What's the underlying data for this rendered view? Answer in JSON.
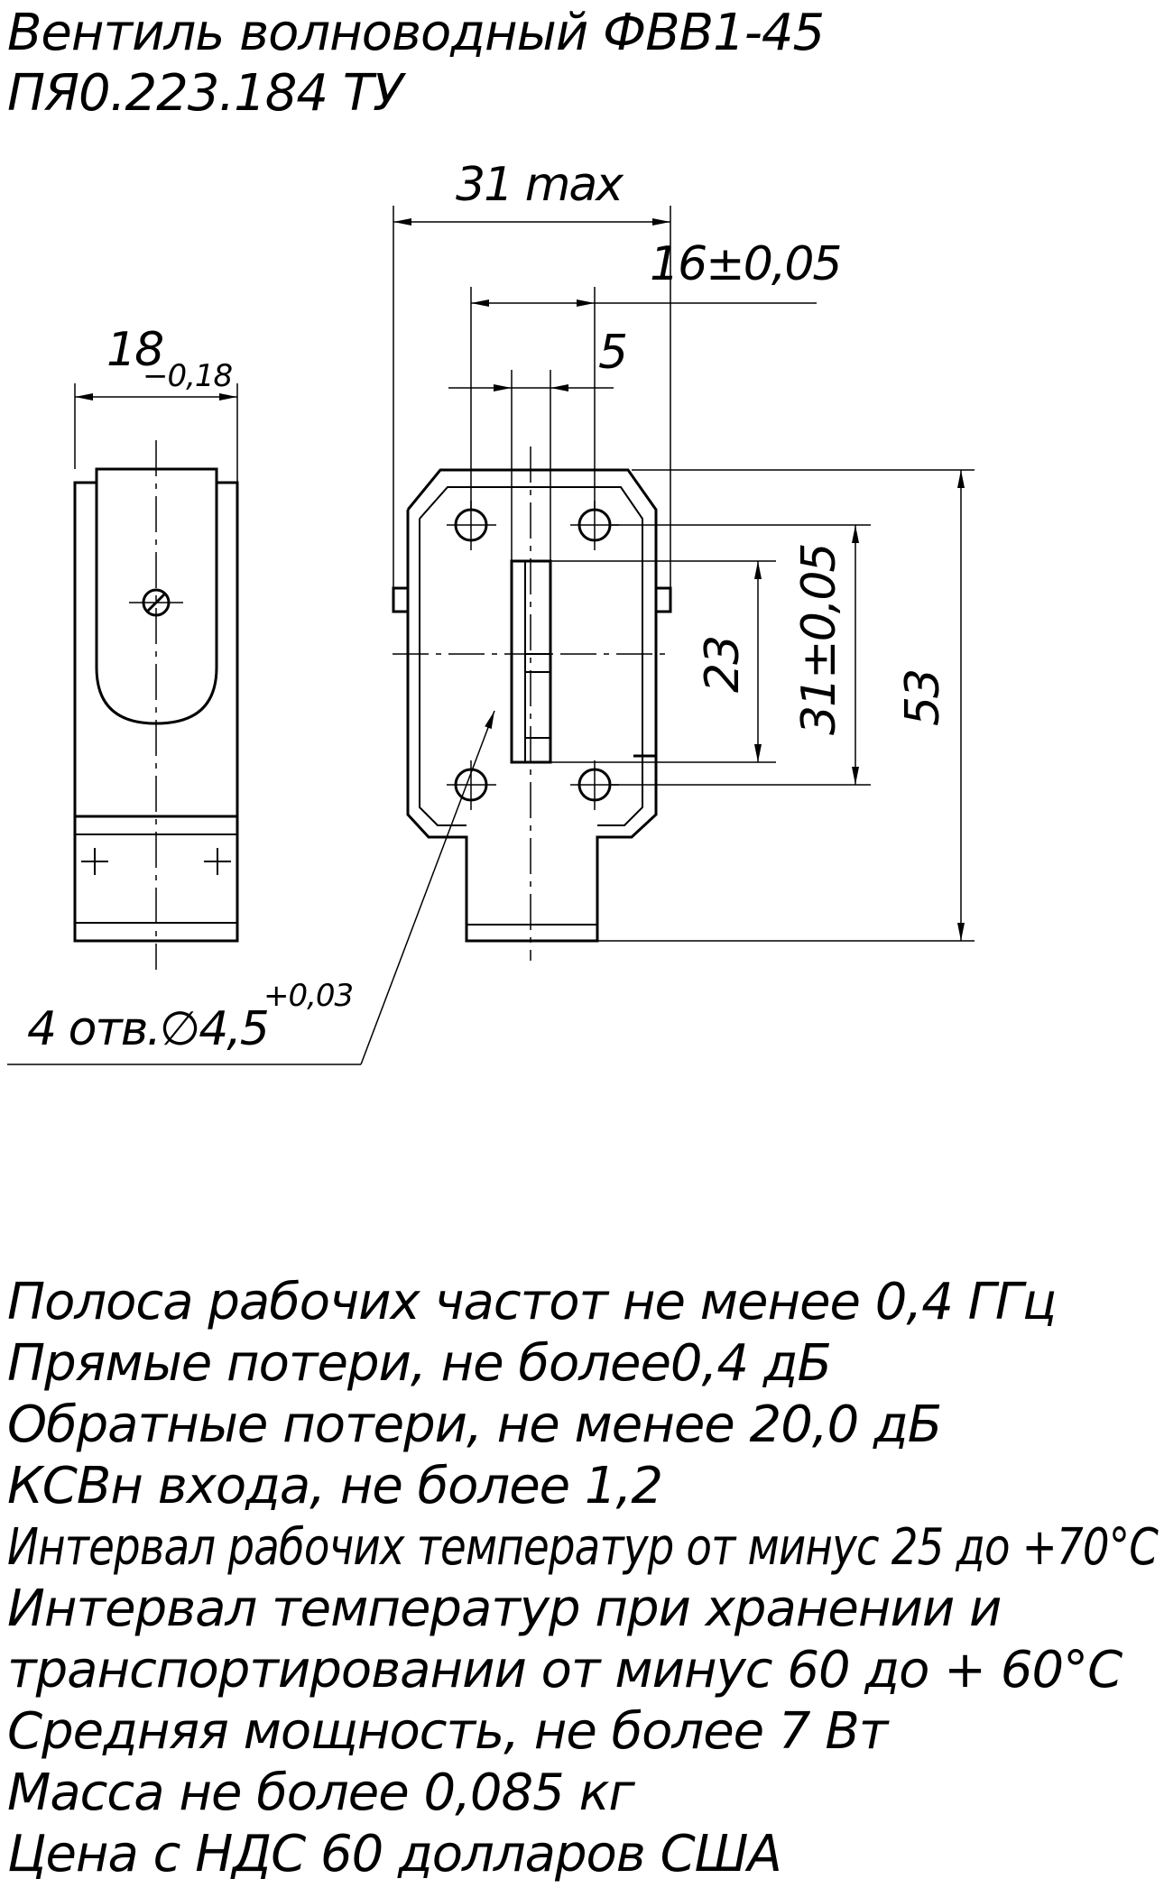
{
  "title": {
    "line1": "Вентиль волноводный ФВВ1-45",
    "line2": "ПЯ0.223.184  ТУ"
  },
  "dimensions": {
    "width_max": "31 max",
    "offset": "16±0,05",
    "slot": "5",
    "side_width": "18",
    "side_width_tol": "−0,18",
    "holes_main": "4 отв.∅4,5",
    "holes_tol": "+0,03",
    "height_23": "23",
    "height_31": "31±0,05",
    "height_53": "53"
  },
  "specs": [
    "Полоса рабочих частот не менее 0,4 ГГц",
    "Прямые потери, не более0,4 дБ",
    "Обратные потери, не менее 20,0 дБ",
    "КСВн входа, не более 1,2",
    "Интервал рабочих температур от минус 25 до +70°С",
    "Интервал температур при хранении и",
    "транспортировании от минус 60 до + 60°С",
    "Средняя мощность, не более 7 Вт",
    "Масса не более 0,085 кг",
    "Цена с НДС 60 долларов США"
  ],
  "colors": {
    "ink": "#000000",
    "paper": "#ffffff"
  }
}
